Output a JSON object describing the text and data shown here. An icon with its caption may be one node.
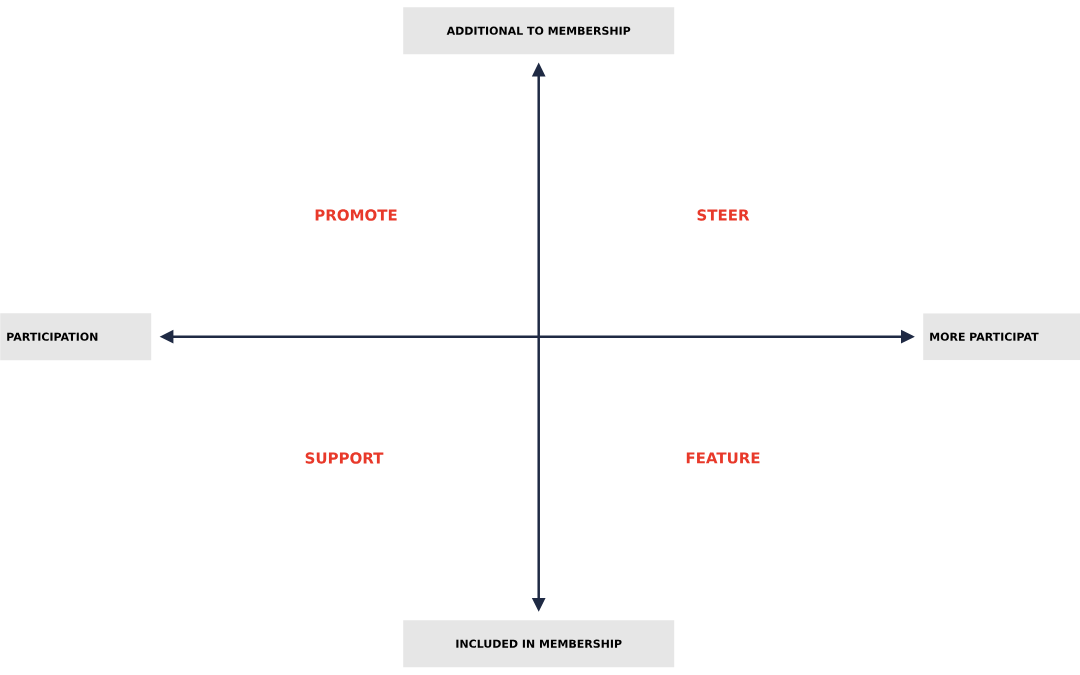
{
  "diagram": {
    "nodes": [
      {
        "text": [
          "ADDITIONAL TO MEMBERSHIP"
        ]
      },
      {
        "text": [
          "PARTICIPATION"
        ]
      },
      {
        "text": [
          "MORE PARTICIPAT"
        ]
      },
      {
        "text": [
          "INCLUDED IN MEMBERSHIP"
        ]
      }
    ],
    "edges": [
      {
        "from": 0,
        "to": 3,
        "arrow": "both"
      },
      {
        "from": 1,
        "to": 2,
        "arrow": "both"
      }
    ],
    "labels": [
      "PROMOTE",
      "STEER",
      "SUPPORT",
      "FEATURE"
    ]
  }
}
